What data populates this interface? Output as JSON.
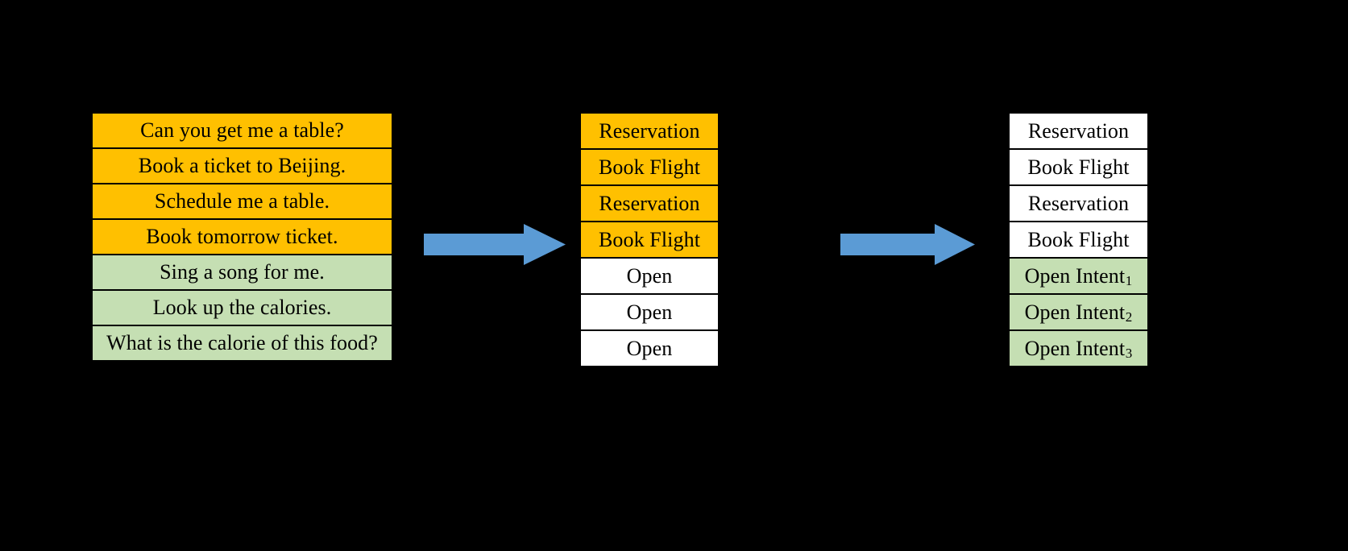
{
  "diagram": {
    "background_color": "#000000",
    "colors": {
      "known_intent": "#FFC000",
      "open_intent": "#C5DFB3",
      "plain": "#FFFFFF",
      "arrow": "#5B9BD5",
      "border": "#000000"
    }
  },
  "columns": {
    "utterances": {
      "name": "input-utterances",
      "rows": [
        {
          "text": "Can you get me a table?",
          "style": "orange"
        },
        {
          "text": "Book a ticket to Beijing.",
          "style": "orange"
        },
        {
          "text": "Schedule me a table.",
          "style": "orange"
        },
        {
          "text": "Book tomorrow ticket.",
          "style": "orange"
        },
        {
          "text": "Sing a song for me.",
          "style": "green"
        },
        {
          "text": "Look up the calories.",
          "style": "green"
        },
        {
          "text": "What is the calorie of this food?",
          "style": "green"
        }
      ]
    },
    "labels": {
      "name": "coarse-labels",
      "rows": [
        {
          "text": "Reservation",
          "style": "orange"
        },
        {
          "text": "Book Flight",
          "style": "orange"
        },
        {
          "text": "Reservation",
          "style": "orange"
        },
        {
          "text": "Book Flight",
          "style": "orange"
        },
        {
          "text": "Open",
          "style": "white"
        },
        {
          "text": "Open",
          "style": "white"
        },
        {
          "text": "Open",
          "style": "white"
        }
      ]
    },
    "discovered": {
      "name": "discovered-intents",
      "rows": [
        {
          "text": "Reservation",
          "sub": "",
          "style": "white"
        },
        {
          "text": "Book Flight",
          "sub": "",
          "style": "white"
        },
        {
          "text": "Reservation",
          "sub": "",
          "style": "white"
        },
        {
          "text": "Book Flight",
          "sub": "",
          "style": "white"
        },
        {
          "text": "Open Intent",
          "sub": "1",
          "style": "green"
        },
        {
          "text": "Open Intent",
          "sub": "2",
          "style": "green"
        },
        {
          "text": "Open Intent",
          "sub": "3",
          "style": "green"
        }
      ]
    }
  },
  "arrows": [
    {
      "name": "arrow-utterances-to-labels",
      "icon": "right-block-arrow",
      "color": "#5B9BD5"
    },
    {
      "name": "arrow-labels-to-discovered",
      "icon": "right-block-arrow",
      "color": "#5B9BD5"
    }
  ]
}
